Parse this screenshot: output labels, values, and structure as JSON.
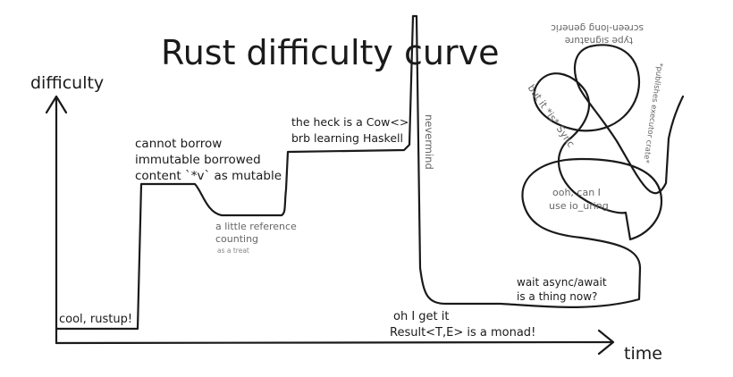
{
  "title": "Rust difficulty curve",
  "axes": {
    "y_label": "difficulty",
    "x_label": "time"
  },
  "annotations": {
    "cool_rustup": "cool, rustup!",
    "cannot_borrow_1": "cannot borrow",
    "cannot_borrow_2": "immutable borrowed",
    "cannot_borrow_3": "content `*v` as mutable",
    "refcount_1": "a little reference",
    "refcount_2": "counting",
    "refcount_treat": "as a treat",
    "cow_1": "the heck is a Cow<>",
    "cow_2": "brb learning Haskell",
    "nevermind": "nevermind",
    "monad_1": "oh I get it",
    "monad_2": "Result<T,E> is a monad!",
    "async_1": "wait async/await",
    "async_2": "is a thing now?",
    "io_uring_1": "ooh, can I",
    "io_uring_2": "use io_uring",
    "sync": "but it *is* Sync",
    "executor": "*publishes executor crate*",
    "signature_1": "screen-long generic",
    "signature_2": "type signature"
  },
  "colors": {
    "ink": "#1a1a1a",
    "pencil": "#666666"
  }
}
